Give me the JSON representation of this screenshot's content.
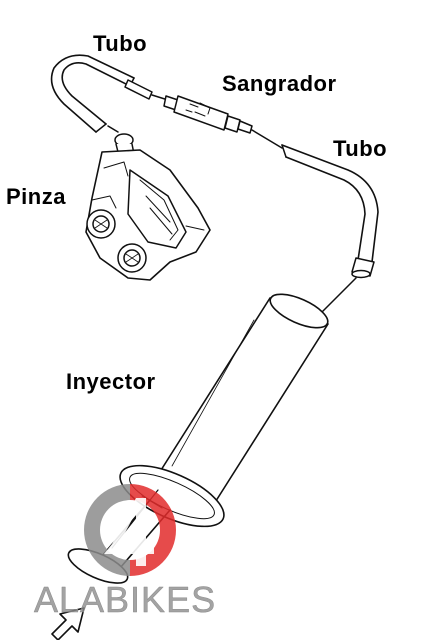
{
  "labels": {
    "tubo_top": "Tubo",
    "sangrador": "Sangrador",
    "tubo_right": "Tubo",
    "pinza": "Pinza",
    "inyector": "Inyector"
  },
  "watermark": {
    "brand_text": "ALABIKES",
    "logo_symbol": "4"
  },
  "colors": {
    "line": "#111111",
    "logo_red": "#e22b2b",
    "logo_gray": "#8c8c8c"
  }
}
